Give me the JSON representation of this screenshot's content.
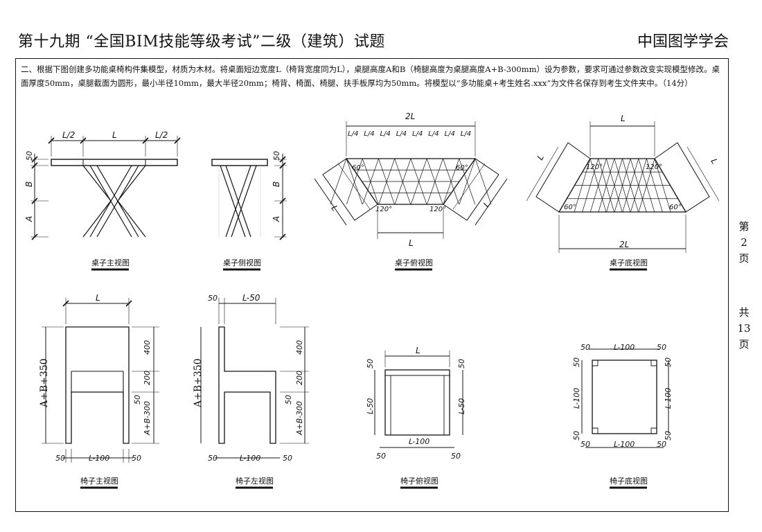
{
  "header": {
    "title": "第十九期 “全国BIM技能等级考试”二级（建筑）试题",
    "org": "中国图学学会"
  },
  "question": "二、根据下图创建多功能桌椅构件集模型，材质为木材。将桌面短边宽度L（椅背宽度同为L），桌腿高度A和B（椅腿高度为桌腿高度A+B-300mm）设为参数，要求可通过参数改变实现模型修改。桌面厚度50mm，桌腿截面为圆形，最小半径10mm，最大半径20mm；椅背、椅面、椅腿、扶手板厚均为50mm。将模型以“多功能桌+考生姓名.xxx”为文件名保存到考生文件夹中。（14分）",
  "side": {
    "page_chars": [
      "第",
      "2",
      "页"
    ],
    "total_chars": [
      "共",
      "13",
      "页"
    ]
  },
  "views": {
    "table_front": "桌子主视图",
    "table_side": "桌子侧视图",
    "table_top": "桌子俯视图",
    "table_bottom": "桌子底视图",
    "chair_front": "椅子主视图",
    "chair_left": "椅子左视图",
    "chair_top": "椅子俯视图",
    "chair_bottom": "椅子底视图"
  },
  "dims": {
    "L": "L",
    "L2": "L/2",
    "L4": "L/4",
    "twoL": "2L",
    "d50": "50",
    "A": "A",
    "B": "B",
    "Lm50": "L-50",
    "Lm100": "L-100",
    "d400": "400",
    "d200": "200",
    "ABm300": "A+B-300",
    "ABp350": "A+B+350",
    "a60": "60°",
    "a120": "120°"
  }
}
